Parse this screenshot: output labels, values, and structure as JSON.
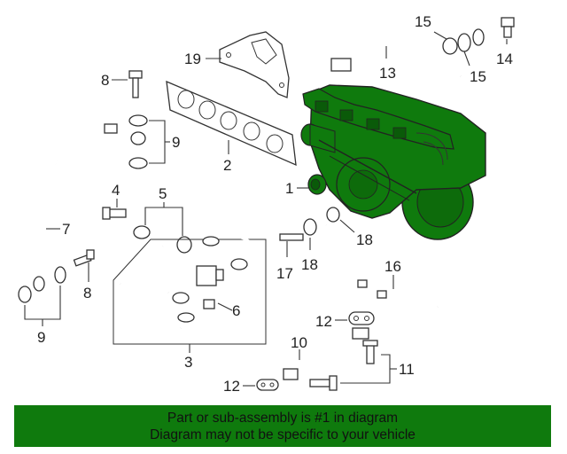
{
  "callouts": {
    "c1": "1",
    "c2": "2",
    "c3": "3",
    "c4": "4",
    "c5": "5",
    "c6": "6",
    "c7": "7",
    "c8a": "8",
    "c8b": "8",
    "c9a": "9",
    "c9b": "9",
    "c10": "10",
    "c11": "11",
    "c12a": "12",
    "c12b": "12",
    "c13": "13",
    "c14": "14",
    "c15a": "15",
    "c15b": "15",
    "c16": "16",
    "c17": "17",
    "c18a": "18",
    "c18b": "18",
    "c19": "19"
  },
  "highlight_color": "#0f7a0d",
  "banner": {
    "line1": "Part or sub-assembly is #1 in diagram",
    "line2": "Diagram may not be specific to your vehicle"
  }
}
